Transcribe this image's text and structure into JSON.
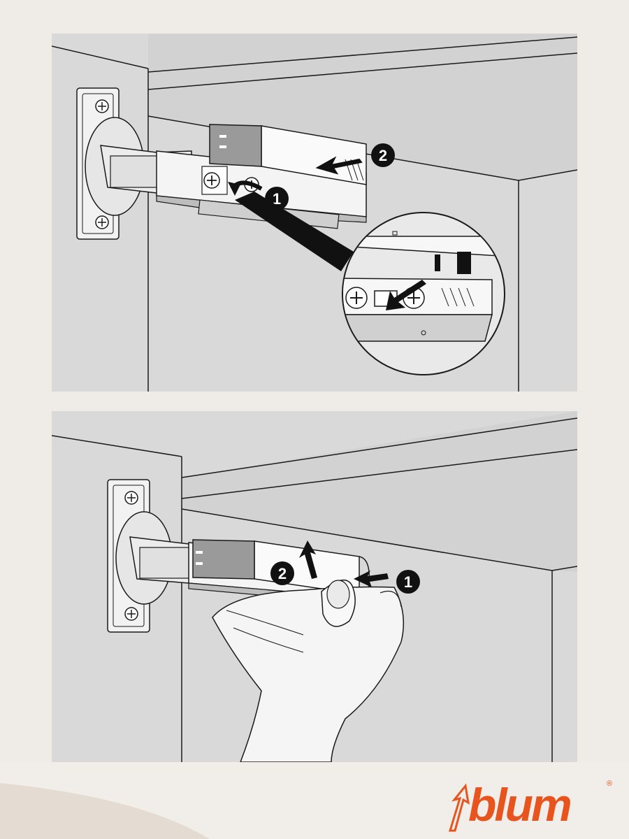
{
  "panel_top": {
    "step_labels": [
      "1",
      "2"
    ]
  },
  "panel_bottom": {
    "step_labels": [
      "1",
      "2"
    ]
  },
  "brand": {
    "name": "blum",
    "registered_mark": "®",
    "color": "#e8541d"
  },
  "colors": {
    "panel_bg": "#d9d9d9",
    "line": "#1a1a1a",
    "part_fill": "#f2f2f2",
    "shadow": "#8a8a8a"
  }
}
